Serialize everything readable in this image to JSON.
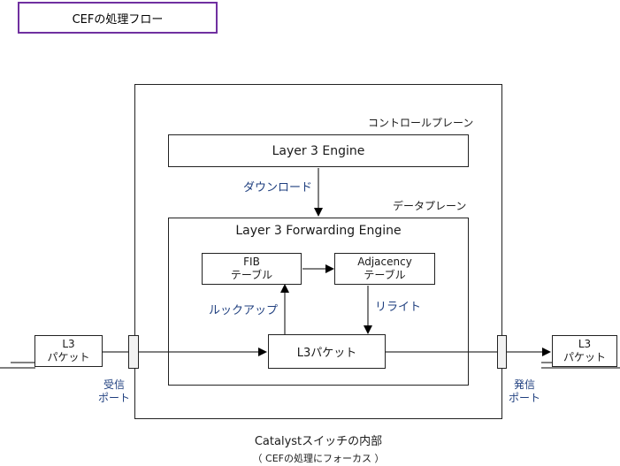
{
  "title": "CEFの処理フロー",
  "switch": {
    "label": "Catalystスイッチの内部",
    "sublabel": "（ CEFの処理にフォーカス ）"
  },
  "control_plane": {
    "label": "コントロールプレーン",
    "engine": "Layer 3 Engine"
  },
  "download_label": "ダウンロード",
  "data_plane": {
    "label": "データプレーン",
    "engine": "Layer 3 Forwarding Engine",
    "fib": {
      "line1": "FIB",
      "line2": "テーブル"
    },
    "adjacency": {
      "line1": "Adjacency",
      "line2": "テーブル"
    },
    "packet": "L3パケット",
    "lookup_label": "ルックアップ",
    "rewrite_label": "リライト"
  },
  "ingress": {
    "packet": {
      "line1": "L3",
      "line2": "パケット"
    },
    "port": {
      "line1": "受信",
      "line2": "ポート"
    }
  },
  "egress": {
    "packet": {
      "line1": "L3",
      "line2": "パケット"
    },
    "port": {
      "line1": "発信",
      "line2": "ポート"
    }
  },
  "colors": {
    "title_border": "#7030a0",
    "blue_label": "#1f3f7f"
  }
}
